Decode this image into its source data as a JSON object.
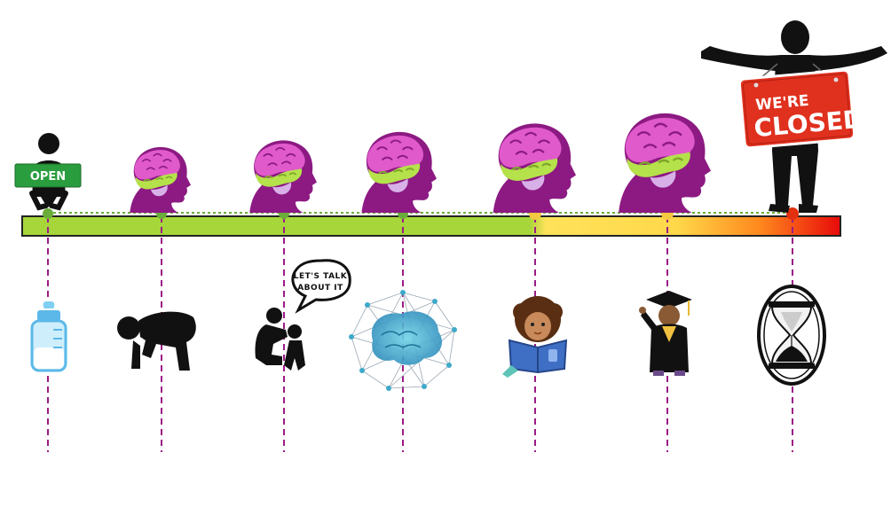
{
  "signs": {
    "open": "OPEN",
    "closed_line1": "WE'RE",
    "closed_line2": "CLOSED"
  },
  "speech_bubble": {
    "line1": "LET'S TALK",
    "line2": "ABOUT IT"
  },
  "colors": {
    "brain_purple": "#8c1a82",
    "brain_pink": "#e05acb",
    "brain_lime": "#b5e14a",
    "brain_lavender": "#d8b0e8",
    "timeline_green": "#a6d63a",
    "timeline_yellow": "#ffd84a",
    "timeline_red": "#e80a0a",
    "dash_purple": "#9b1b86",
    "node_green": "#6aad3a",
    "node_yellow": "#f5c842",
    "node_red": "#e33010",
    "open_sign": "#2a9d3f",
    "closed_sign": "#e0301e"
  },
  "stage_count": 7,
  "stage_icons": [
    "baby-bottle-icon",
    "crawling-baby-icon",
    "adult-talking-child-icon",
    "network-brain-icon",
    "child-reading-book-icon",
    "graduate-icon",
    "hourglass-icon"
  ]
}
